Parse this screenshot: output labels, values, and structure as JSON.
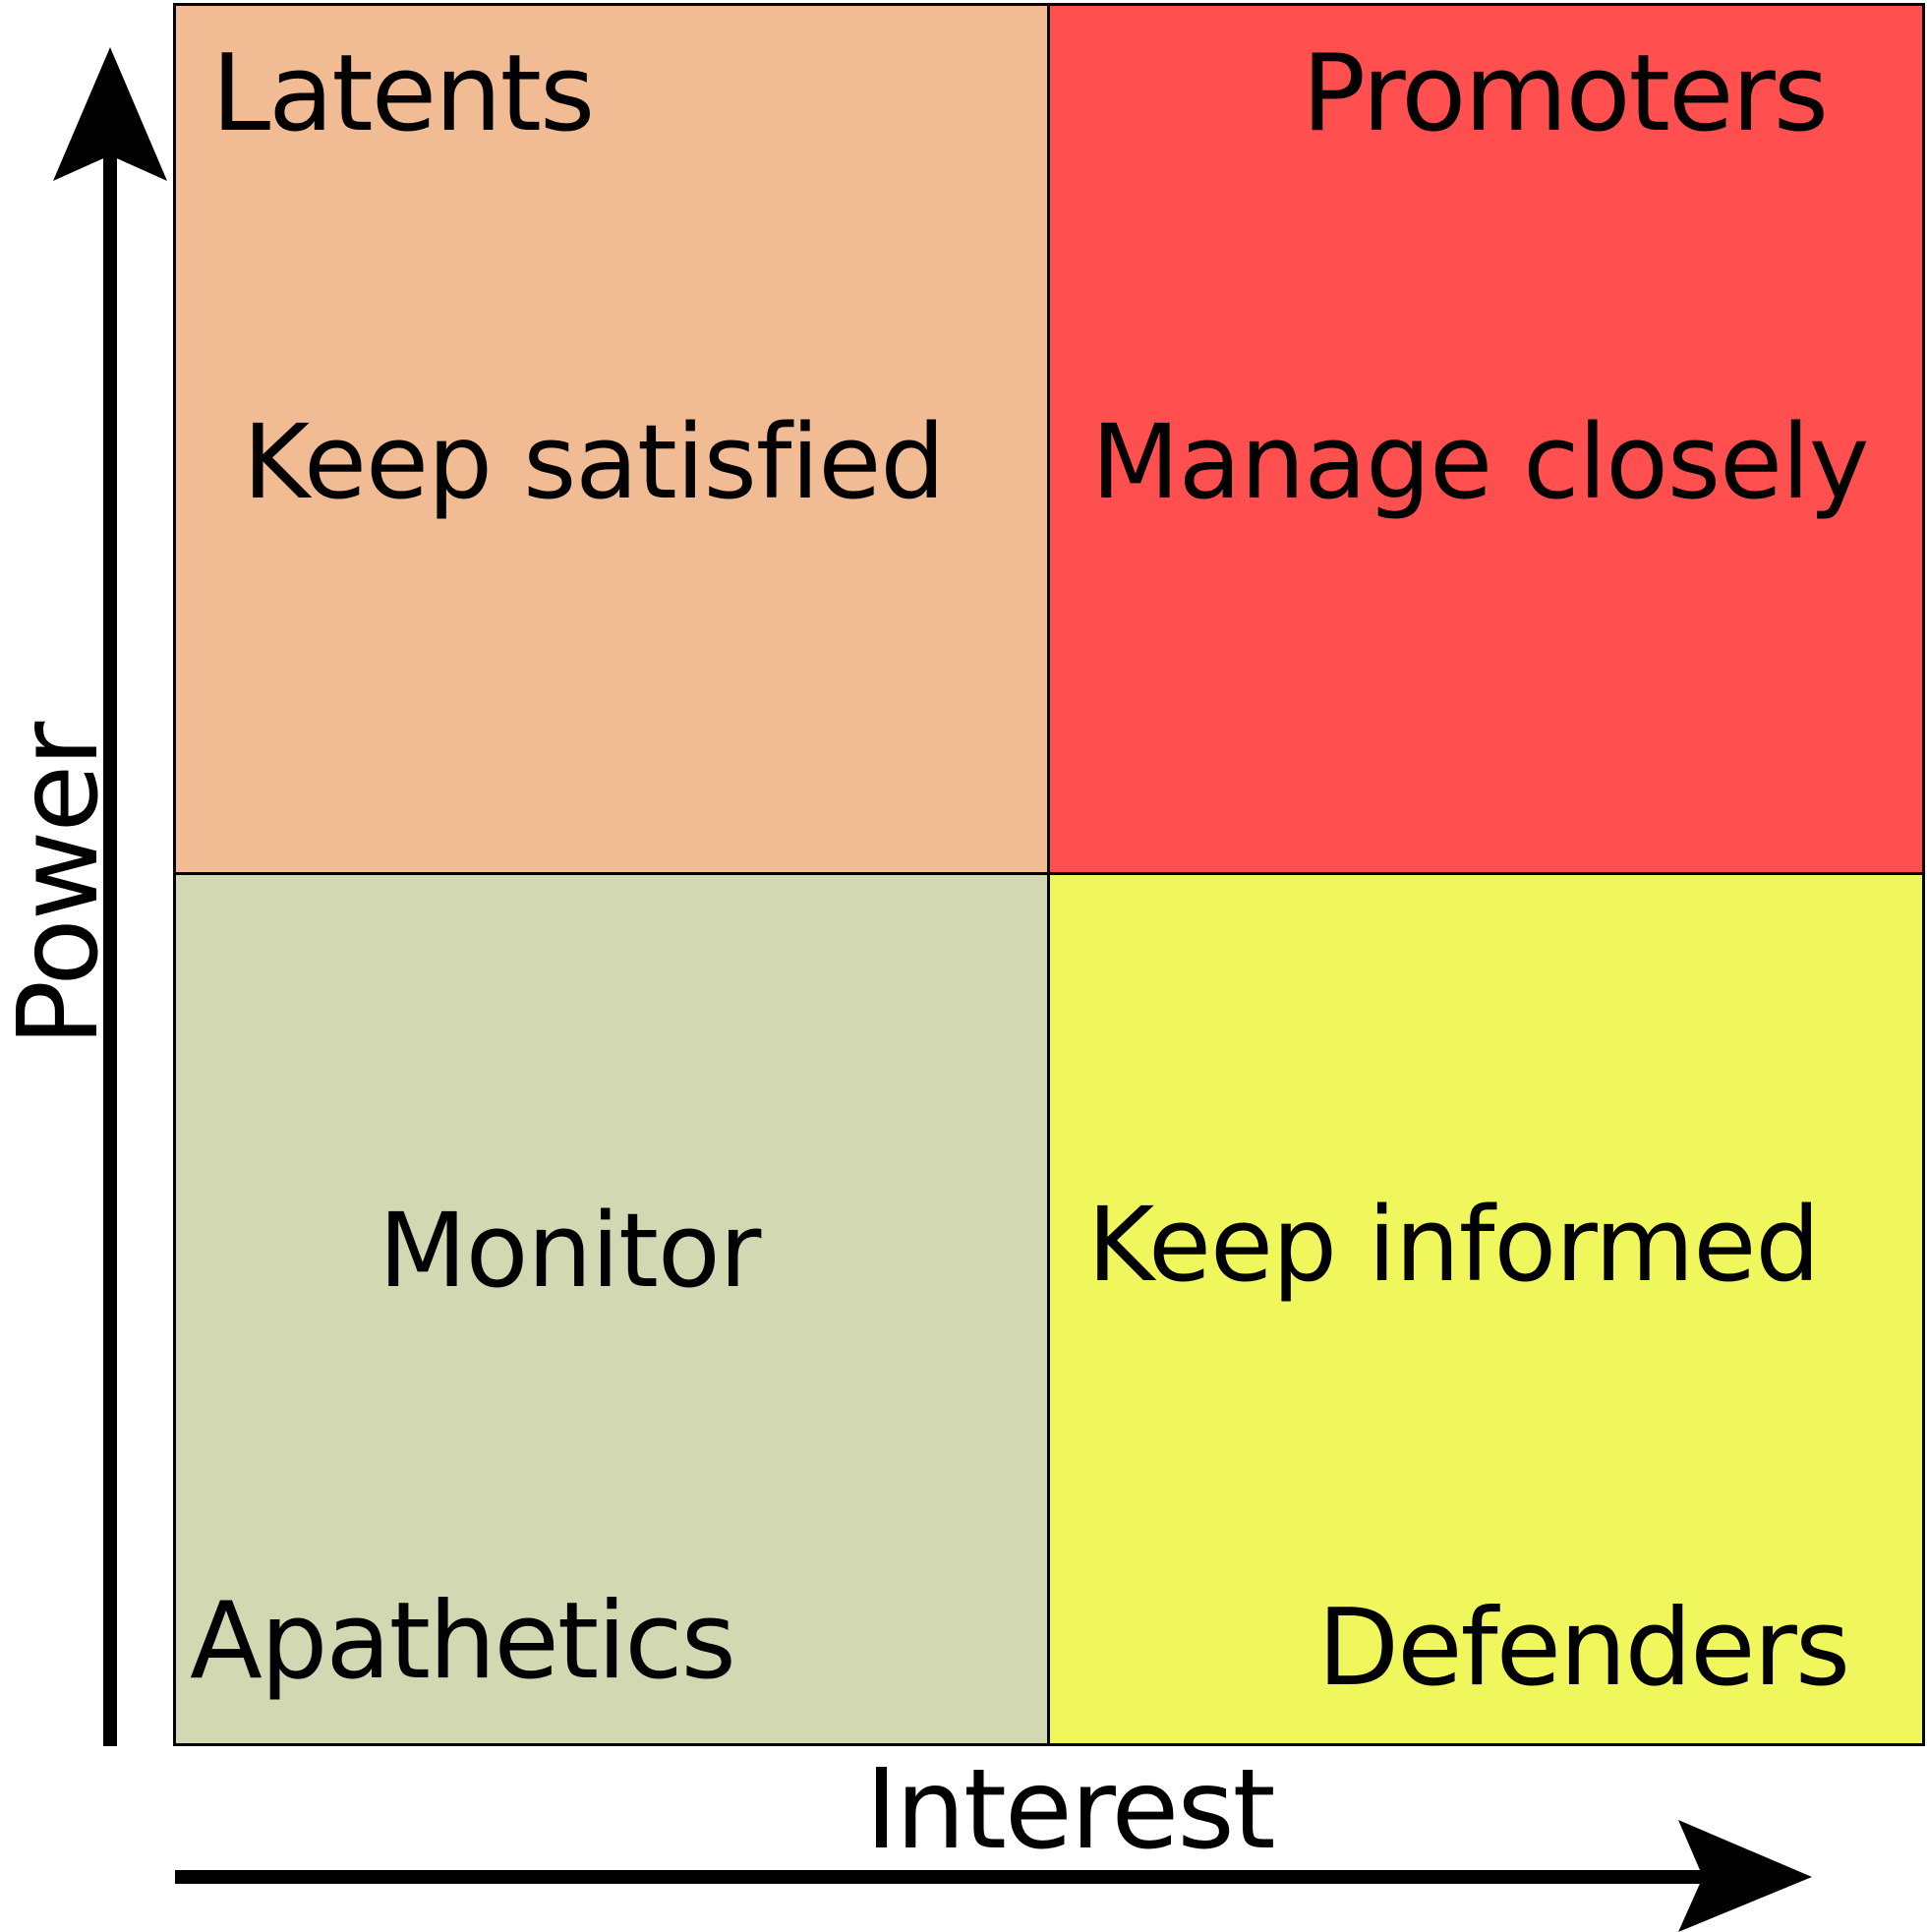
{
  "axes": {
    "y_label": "Power",
    "x_label": "Interest"
  },
  "quadrants": {
    "top_left": {
      "category": "Latents",
      "action": "Keep satisfied",
      "color": "#F1BC94"
    },
    "top_right": {
      "category": "Promoters",
      "action": "Manage closely",
      "color": "#FF4F4F"
    },
    "bottom_left": {
      "category": "Apathetics",
      "action": "Monitor",
      "color": "#D2D8B2"
    },
    "bottom_right": {
      "category": "Defenders",
      "action": "Keep informed",
      "color": "#F0F75C"
    }
  }
}
